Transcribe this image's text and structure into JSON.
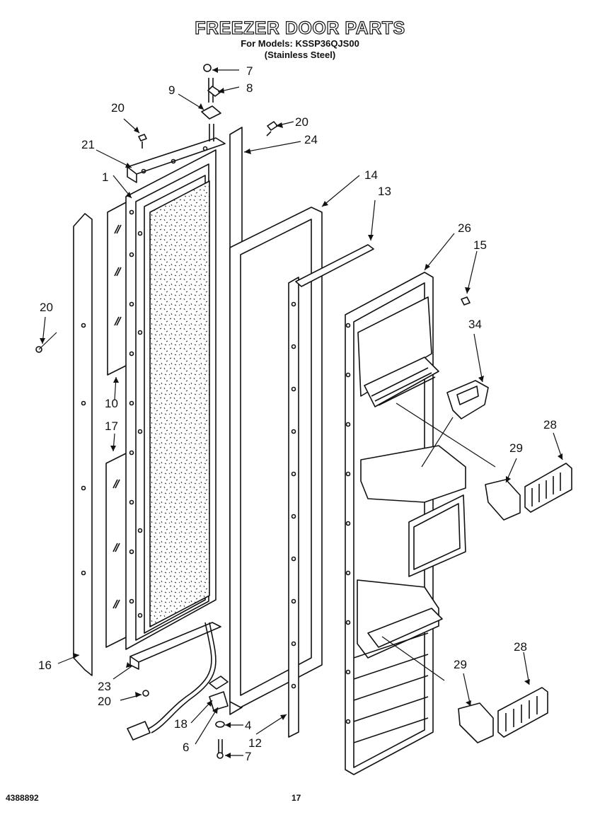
{
  "header": {
    "title": "FREEZER DOOR PARTS",
    "models": "For Models: KSSP36QJS00",
    "variant": "(Stainless Steel)"
  },
  "footer": {
    "part_number": "4388892",
    "page_number": "17"
  },
  "callouts": {
    "c7_top": "7",
    "c8": "8",
    "c9": "9",
    "c20_a": "20",
    "c20_b": "20",
    "c21": "21",
    "c24": "24",
    "c1": "1",
    "c14": "14",
    "c13": "13",
    "c26": "26",
    "c15": "15",
    "c20_c": "20",
    "c34": "34",
    "c10": "10",
    "c17": "17",
    "c28_a": "28",
    "c29_a": "29",
    "c16": "16",
    "c23": "23",
    "c20_d": "20",
    "c18": "18",
    "c4": "4",
    "c6": "6",
    "c7_bot": "7",
    "c12": "12",
    "c29_b": "29",
    "c28_b": "28"
  }
}
